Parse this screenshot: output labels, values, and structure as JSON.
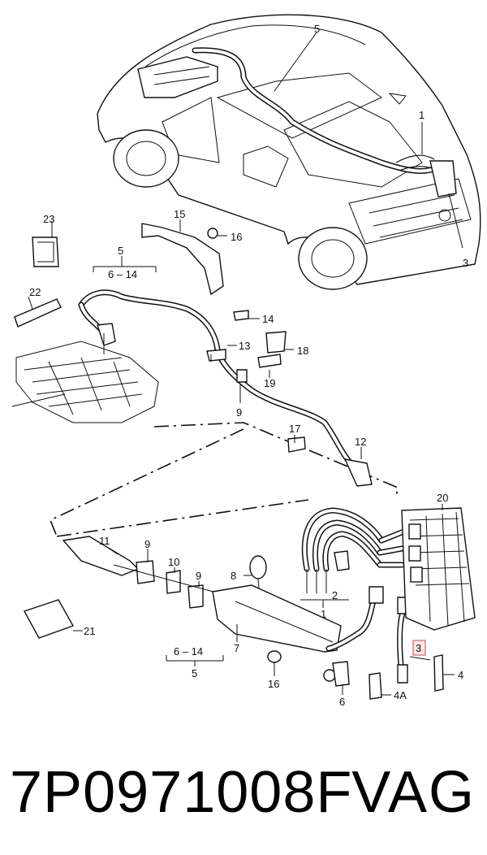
{
  "callouts": {
    "c1": "1",
    "c2": "2",
    "c3": "3",
    "c3_highlight": "3",
    "c4": "4",
    "c4A": "4A",
    "c5_car": "5",
    "c5_top": "5",
    "c5_bottom": "5",
    "c6": "6",
    "c6_14_top": "6 – 14",
    "c6_14_bottom": "6 – 14",
    "c7": "7",
    "c8": "8",
    "c9_a": "9",
    "c9_b": "9",
    "c9_c": "9",
    "c10": "10",
    "c11": "11",
    "c12": "12",
    "c13": "13",
    "c14": "14",
    "c15": "15",
    "c16_a": "16",
    "c16_b": "16",
    "c17": "17",
    "c18": "18",
    "c19": "19",
    "c20": "20",
    "c21": "21",
    "c22": "22",
    "c23": "23"
  },
  "footer": {
    "part_number": "7P0971008F",
    "brand": "VAG"
  },
  "colors": {
    "line": "#111111",
    "highlight_box": "#e05a6a",
    "background": "#ffffff"
  }
}
